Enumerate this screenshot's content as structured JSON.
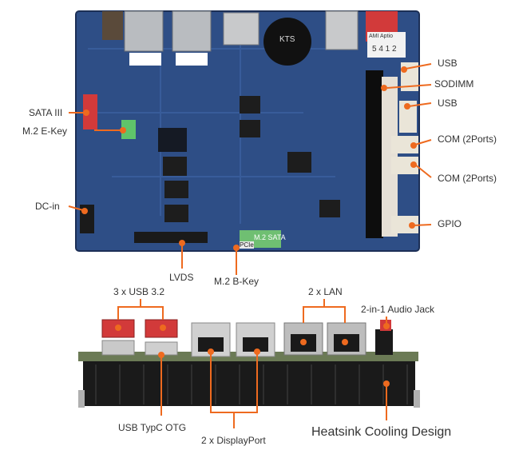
{
  "labels": {
    "usb_top": "USB",
    "sodimm": "SODIMM",
    "usb_mid": "USB",
    "sata": "SATA III",
    "m2_ekey": "M.2 E-Key",
    "com1": "COM (2Ports)",
    "com2": "COM (2Ports)",
    "dc_in": "DC-in",
    "gpio": "GPIO",
    "lvds": "LVDS",
    "m2_bkey": "M.2 B-Key",
    "usb32": "3 x USB 3.2",
    "lan": "2 x LAN",
    "audio": "2-in-1 Audio Jack",
    "typec": "USB TypC OTG",
    "displayport": "2 x DisplayPort",
    "heatsink": "Heatsink Cooling Design"
  },
  "board_print": {
    "m2_slot_text": "M.2 SATA",
    "pcie_text": "PCIe",
    "sticker_line1": "AMI Aptio",
    "sticker_line2": "5 4 1 2",
    "battery_text": "KTS"
  },
  "colors": {
    "accent": "#ee6a1f",
    "pcb": "#2e4e86",
    "pcb_dark": "#1c2f56",
    "heatsink": "#1a1a1a"
  }
}
